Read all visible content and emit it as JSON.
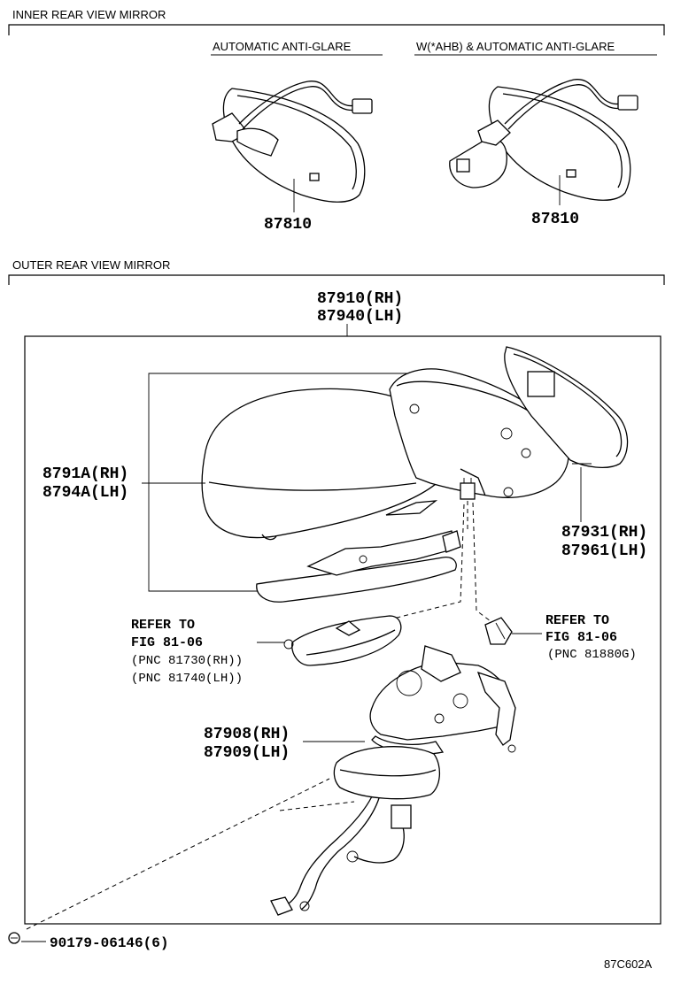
{
  "sections": {
    "inner": {
      "title": "INNER REAR VIEW MIRROR"
    },
    "outer": {
      "title": "OUTER REAR VIEW MIRROR"
    }
  },
  "variants": {
    "auto_anti_glare": {
      "label": "AUTOMATIC ANTI-GLARE",
      "part": "87810"
    },
    "ahb_anti_glare": {
      "label": "W(*AHB) & AUTOMATIC ANTI-GLARE",
      "part": "87810"
    }
  },
  "outer": {
    "assembly": {
      "rh": "87910(RH)",
      "lh": "87940(LH)"
    },
    "cover": {
      "rh": "8791A(RH)",
      "lh": "8794A(LH)"
    },
    "mirror": {
      "rh": "87931(RH)",
      "lh": "87961(LH)"
    },
    "base": {
      "rh": "87908(RH)",
      "lh": "87909(LH)"
    },
    "screw": {
      "label": "90179-06146(6)"
    },
    "turn_lamp_ref": {
      "line1": "REFER TO",
      "line2": "FIG 81-06",
      "line3": "(PNC 81730(RH))",
      "line4": "(PNC 81740(LH))"
    },
    "bulb_ref": {
      "line1": "REFER TO",
      "line2": "FIG 81-06",
      "line3": "(PNC 81880G)"
    }
  },
  "figure_code": "87C602A"
}
